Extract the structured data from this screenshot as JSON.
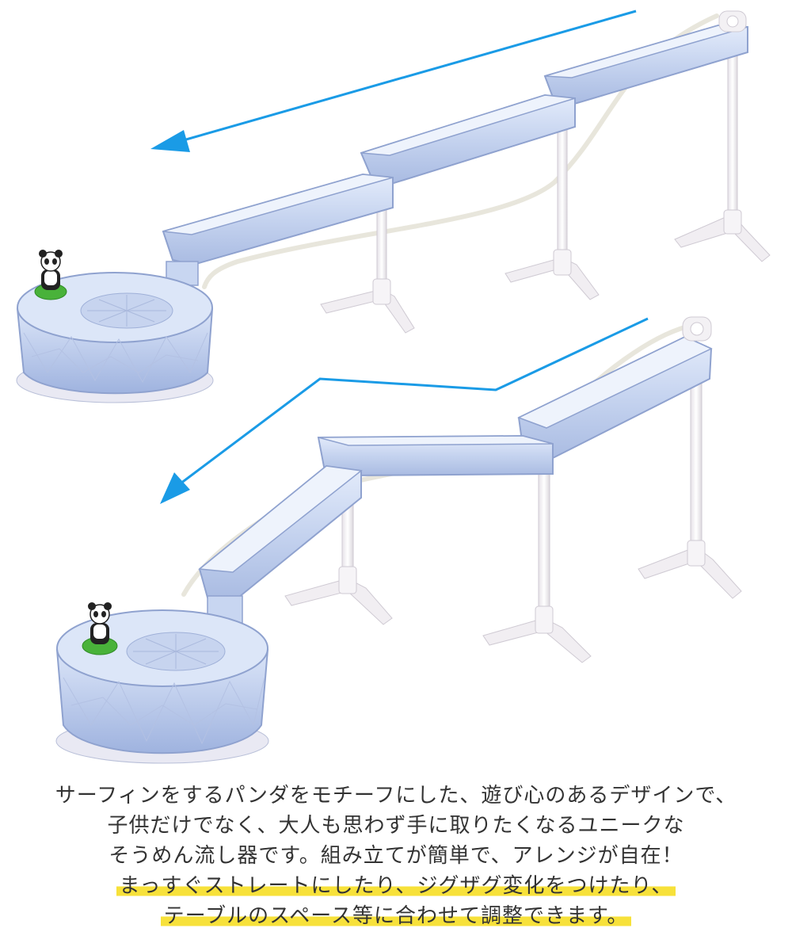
{
  "caption": {
    "lines": [
      "サーフィンをするパンダをモチーフにした、遊び心のあるデザインで、",
      "子供だけでなく、大人も思わず手に取りたくなるユニークな",
      "そうめん流し器です。組み立てが簡単で、アレンジが自在！"
    ],
    "highlighted_lines": [
      "まっすぐストレートにしたり、ジグザグ変化をつけたり、",
      "テーブルのスペース等に合わせて調整できます。"
    ]
  },
  "colors": {
    "arrow": "#1a9be6",
    "highlight": "#f7e13a",
    "text": "#333333",
    "plastic": "#c9d6f0",
    "plastic_edge": "#8fa2cf",
    "stand": "#f1eef2",
    "panda_base": "#49b23a"
  },
  "icons": {
    "direction_arrow": "arrow-icon",
    "panda_figure": "panda-icon"
  }
}
